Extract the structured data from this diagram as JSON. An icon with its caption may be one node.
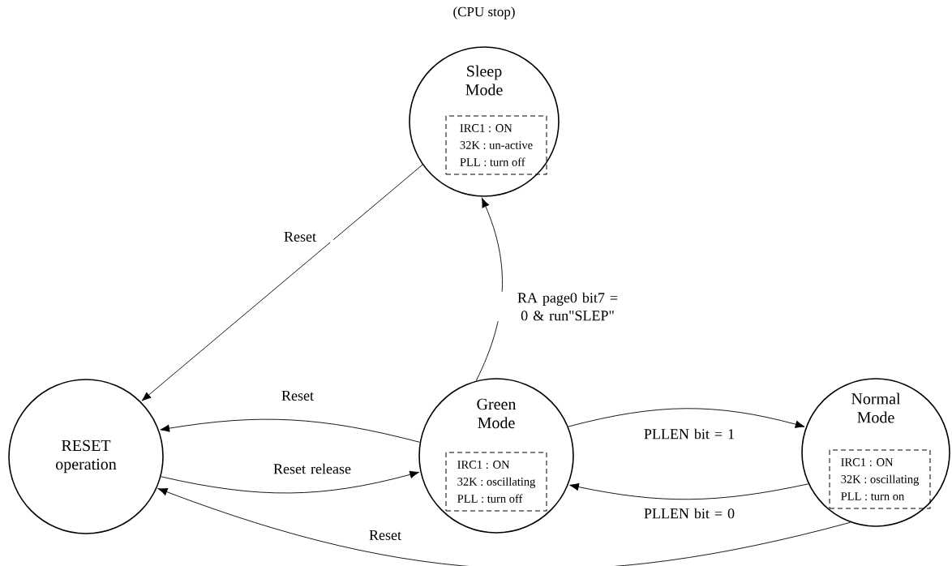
{
  "diagram": {
    "nodes": [
      {
        "text": [
          "Sleep Mode"
        ],
        "beside": [
          "(CPU stop)"
        ]
      },
      {
        "text": [
          "IRC1 : ON",
          "32K : un-active",
          "PLL : turn off"
        ],
        "in": 0
      },
      {
        "text": [
          "RESET operation"
        ]
      },
      {
        "text": [
          "Green Mode"
        ]
      },
      {
        "text": [
          "IRC1 : ON",
          "32K : oscillating",
          "PLL : turn off"
        ],
        "in": 3
      },
      {
        "text": [
          "Normal Mode"
        ]
      },
      {
        "text": [
          "IRC1 : ON",
          "32K : oscillating",
          "PLL : turn on"
        ],
        "in": 5
      }
    ],
    "edges": [
      {
        "from": 0,
        "to": 2,
        "arrow": "to",
        "label": "Reset"
      },
      {
        "from": 3,
        "to": 0,
        "arrow": "to",
        "label": "RA page0 bit7 = 0 & run\"SLEP\""
      },
      {
        "from": 3,
        "to": 2,
        "arrow": "to",
        "label": "Reset"
      },
      {
        "from": 2,
        "to": 3,
        "arrow": "to",
        "label": "Reset release"
      },
      {
        "from": 3,
        "to": 5,
        "arrow": "to",
        "label": "PLLEN bit = 1"
      },
      {
        "from": 5,
        "to": 3,
        "arrow": "to",
        "label": "PLLEN bit = 0"
      },
      {
        "from": 5,
        "to": 2,
        "arrow": "to",
        "label": "Reset"
      }
    ]
  }
}
